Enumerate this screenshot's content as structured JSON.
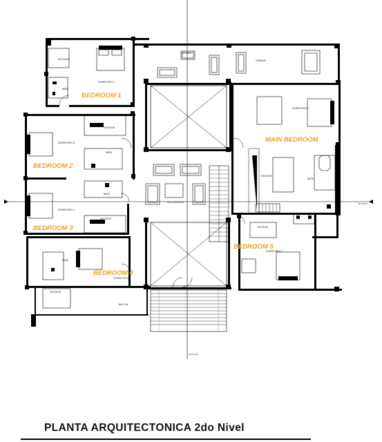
{
  "rooms": {
    "bedroom1": "BEDROOM 1",
    "bedroom2": "BEDROOM 2",
    "bedroom3": "BEDROOM 3",
    "bedroom4": "BEDROOM 4",
    "bedroom5": "BEDROOM 5",
    "main_bedroom": "MAIN BEDROOM"
  },
  "small_labels": {
    "terraza": "TERRAZA",
    "vestidor1": "VESTIDOR",
    "dormitorio5": "DORMITORIO 5",
    "bano1": "BAÑO",
    "vestidor2": "VESTIDOR",
    "dormitorio6": "DORMITORIO 6",
    "bano2": "BAÑO",
    "bano3": "BAÑO",
    "dormitorio4": "DORMITORIO 4",
    "vestidor3": "VESTIDOR",
    "bano4": "BAÑO",
    "dormitorio3": "DORMITORIO 3",
    "vestidor4": "VESTIDOR",
    "balcon": "BALCON",
    "sala_familiar": "SALA FAMILIAR",
    "dormitorio_p": "DORMITORIO P",
    "vestidor_main": "VESTIDOR",
    "bano_main": "BAÑO",
    "vestidor5": "VESTIDOR",
    "dormitorio2": "DORMITORIO 2",
    "seccion_b_top": "SECCION B",
    "seccion_b_bottom": "SECCION B",
    "seccion_a": "SECCION A"
  },
  "title": "PLANTA  ARQUITECTONICA  2do Nivel",
  "colors": {
    "room_label": "#f0a020",
    "ink": "#000000",
    "background": "#ffffff"
  }
}
